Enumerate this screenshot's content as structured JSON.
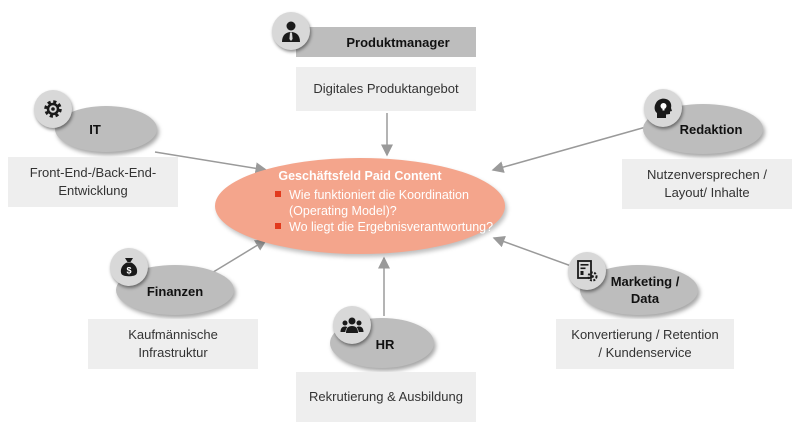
{
  "center": {
    "title": "Geschäftsfeld Paid Content",
    "bullets": [
      "Wie funktioniert die Koordination (Operating Model)?",
      "Wo liegt die Ergebnisverantwortung?"
    ]
  },
  "roles": {
    "produktmanager": {
      "label": "Produktmanager",
      "description": "Digitales Produktangebot",
      "icon": "person-tie-icon"
    },
    "it": {
      "label": "IT",
      "description": "Front-End-/Back-End-Entwicklung",
      "icon": "gear-icon"
    },
    "redaktion": {
      "label": "Redaktion",
      "description": "Nutzenversprechen / Layout/ Inhalte",
      "icon": "head-lightbulb-icon"
    },
    "finanzen": {
      "label": "Finanzen",
      "description": "Kaufmännische Infrastruktur",
      "icon": "money-bag-icon"
    },
    "hr": {
      "label": "HR",
      "description": "Rekrutierung & Ausbildung",
      "icon": "people-group-icon"
    },
    "marketing": {
      "label": "Marketing / Data",
      "description": "Konvertierung / Retention / Kundenservice",
      "icon": "analytics-document-icon"
    }
  },
  "colors": {
    "center_fill": "#f4a58c",
    "bullet": "#e23a1c",
    "role_fill": "#bdbdbd",
    "desc_fill": "#eeeeee",
    "arrow": "#9a9a9a"
  }
}
